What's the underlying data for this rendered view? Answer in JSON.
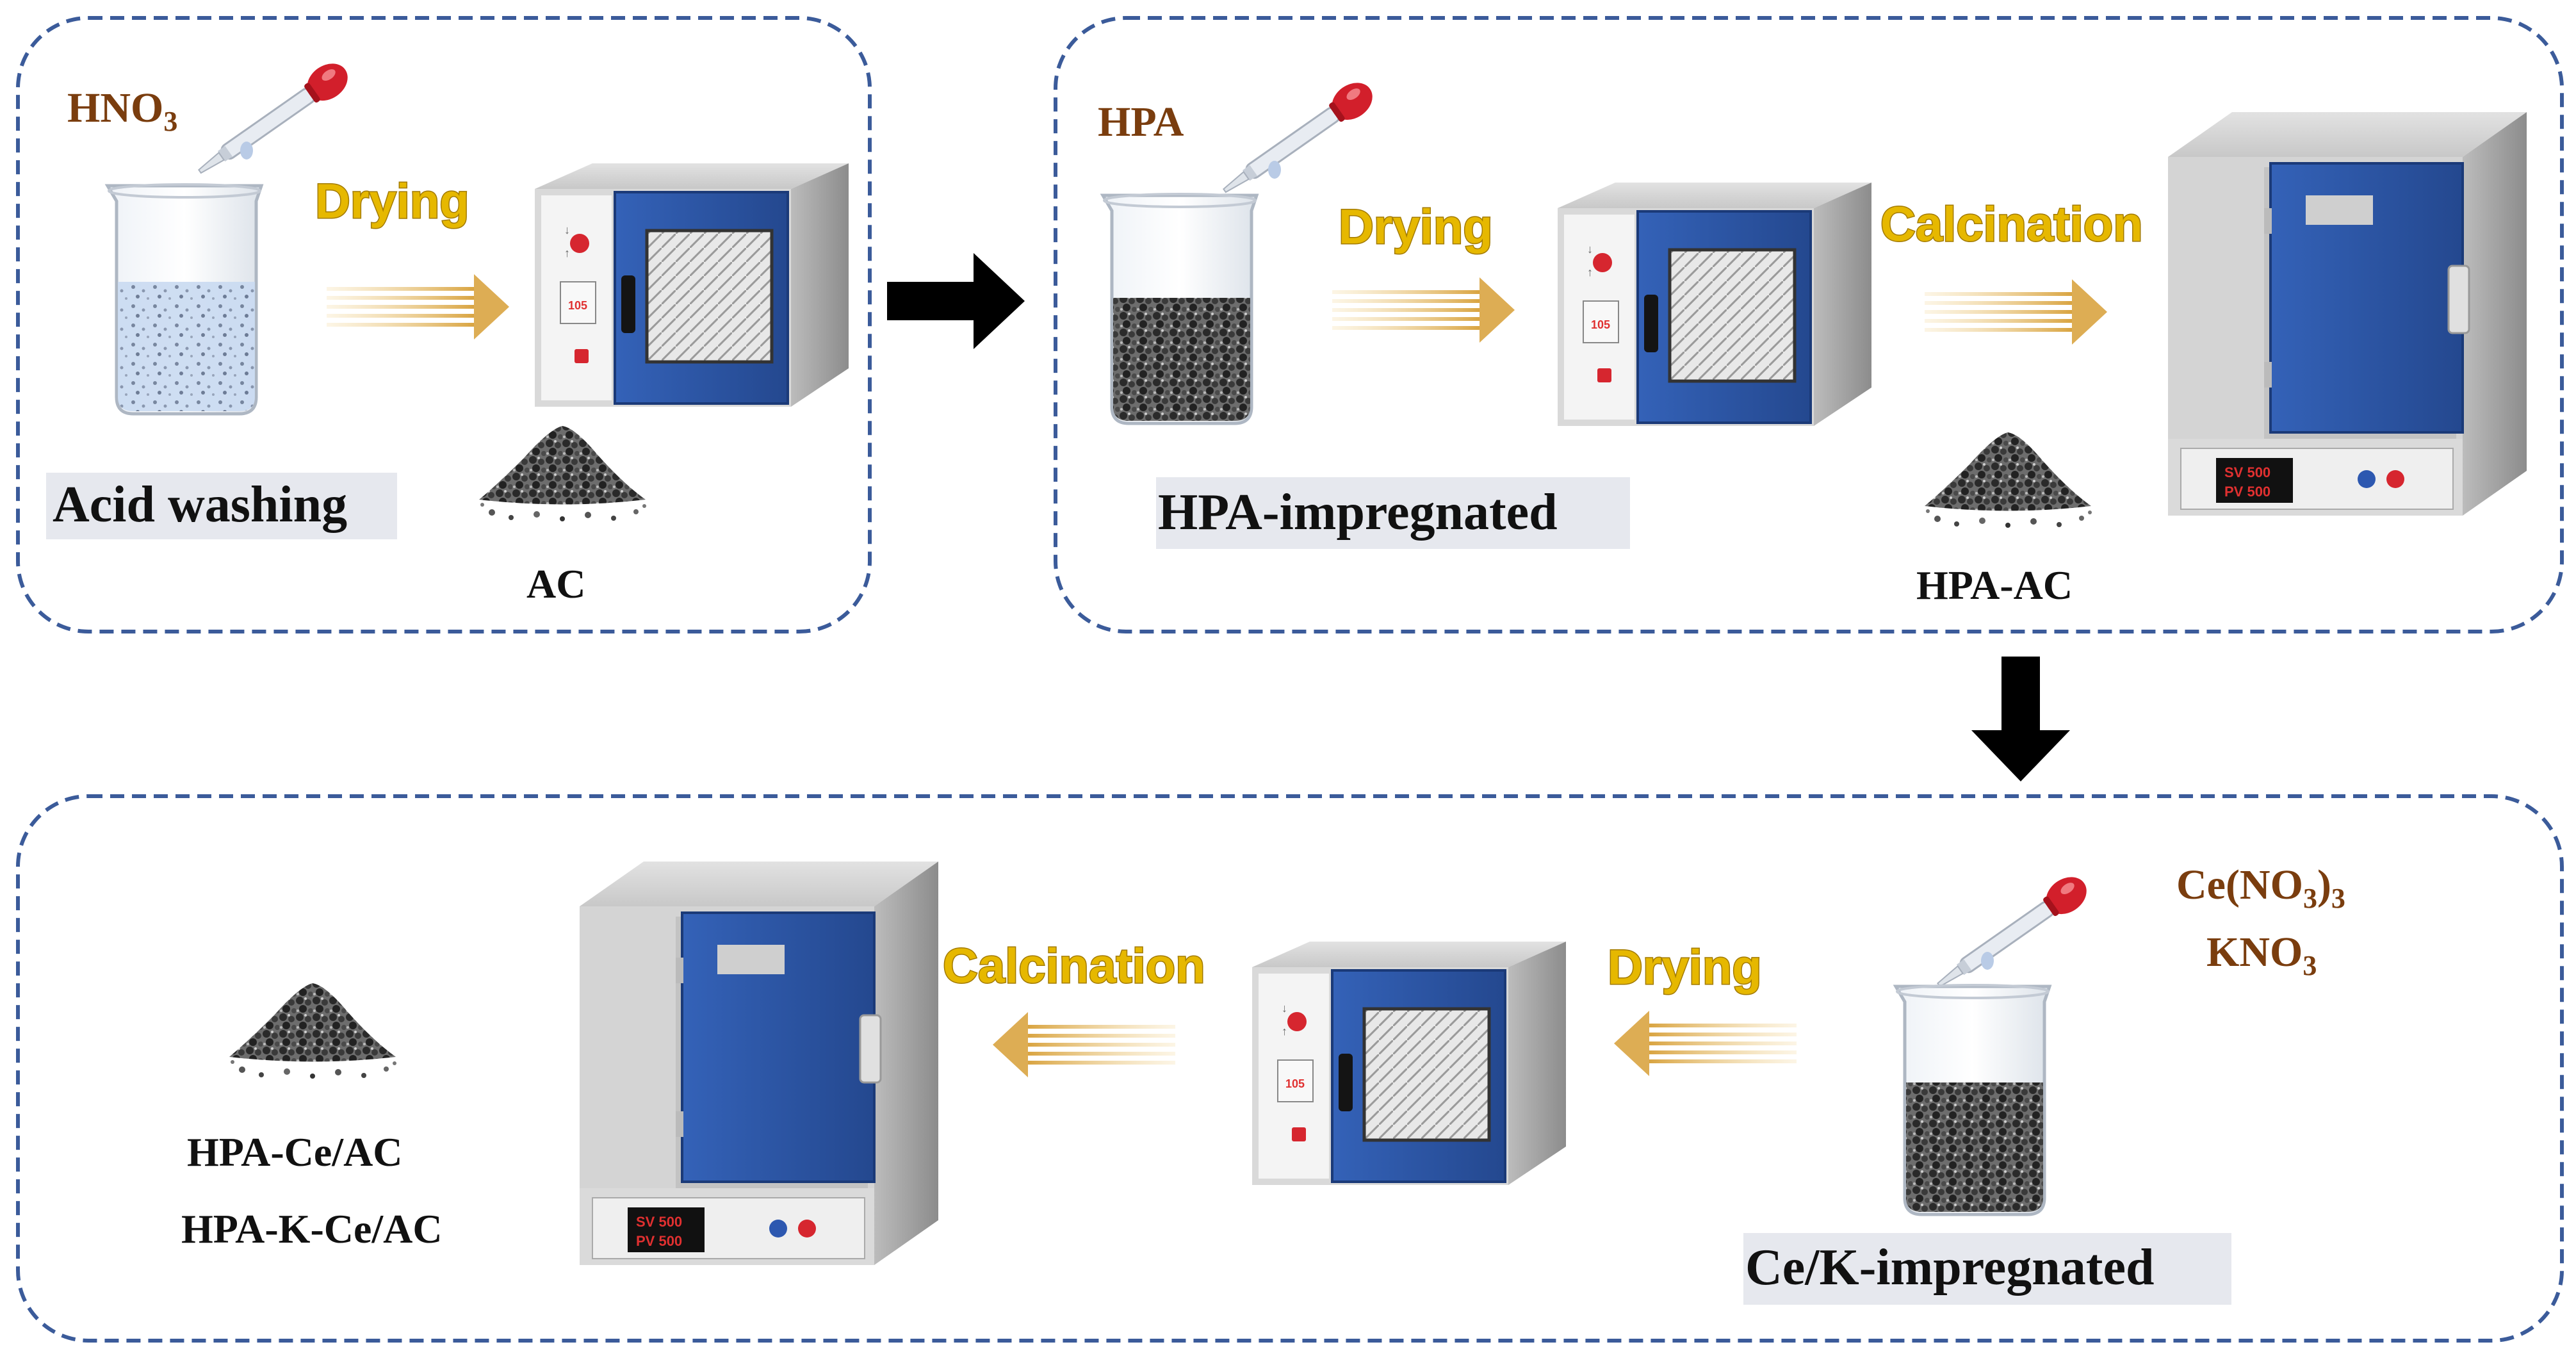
{
  "colors": {
    "panel_border": "#3b5b9a",
    "reagent_text": "#7a3d0e",
    "step_text": "#e6b800",
    "oven_door": "#2e56a6",
    "highlight_box": "#e6e8ee"
  },
  "panel1": {
    "reagent": "HNO",
    "reagent_sub": "3",
    "step_drying": "Drying",
    "caption": "Acid washing",
    "product": "AC",
    "oven_display": "105"
  },
  "panel2": {
    "reagent": "HPA",
    "step_drying": "Drying",
    "step_calcination": "Calcination",
    "caption": "HPA-impregnated",
    "product": "HPA-AC",
    "oven_display": "105",
    "furnace_sv": "SV  500",
    "furnace_pv": "PV  500"
  },
  "panel3": {
    "reagent_1_main": "Ce(NO",
    "reagent_1_sub": "3",
    "reagent_1_end": ")",
    "reagent_1_end_sub": "3",
    "reagent_2": "KNO",
    "reagent_2_sub": "3",
    "step_drying": "Drying",
    "step_calcination": "Calcination",
    "caption": "Ce/K-impregnated",
    "product_1": "HPA-Ce/AC",
    "product_2": "HPA-K-Ce/AC",
    "oven_display": "105",
    "furnace_sv": "SV  500",
    "furnace_pv": "PV  500"
  },
  "icons": [
    "dropper-icon",
    "beaker-icon",
    "drying-oven-icon",
    "muffle-furnace-icon",
    "powder-pile-icon",
    "dotted-arrow-icon",
    "flow-arrow-icon"
  ]
}
